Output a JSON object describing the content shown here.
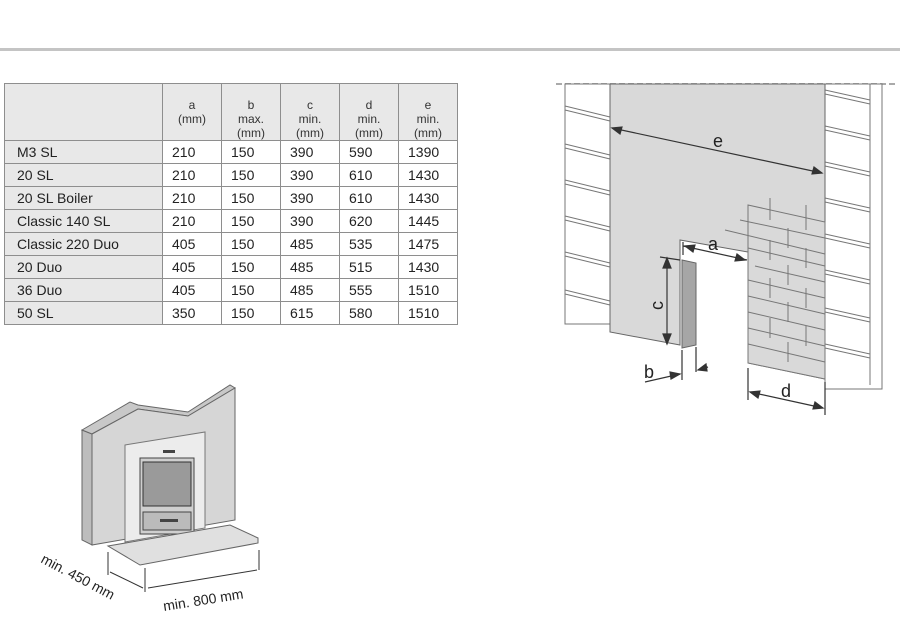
{
  "table": {
    "columns": [
      {
        "key": "a",
        "lines": [
          "a",
          "(mm)"
        ]
      },
      {
        "key": "b",
        "lines": [
          "b",
          "max.",
          "(mm)"
        ]
      },
      {
        "key": "c",
        "lines": [
          "c",
          "min.",
          "(mm)"
        ]
      },
      {
        "key": "d",
        "lines": [
          "d",
          "min.",
          "(mm)"
        ]
      },
      {
        "key": "e",
        "lines": [
          "e",
          "min.",
          "(mm)"
        ]
      }
    ],
    "rows": [
      {
        "name": "M3 SL",
        "values": [
          "210",
          "150",
          "390",
          "590",
          "1390"
        ]
      },
      {
        "name": "20 SL",
        "values": [
          "210",
          "150",
          "390",
          "610",
          "1430"
        ]
      },
      {
        "name": "20 SL Boiler",
        "values": [
          "210",
          "150",
          "390",
          "610",
          "1430"
        ]
      },
      {
        "name": "Classic 140 SL",
        "values": [
          "210",
          "150",
          "390",
          "620",
          "1445"
        ]
      },
      {
        "name": "Classic 220 Duo",
        "values": [
          "405",
          "150",
          "485",
          "535",
          "1475"
        ]
      },
      {
        "name": "20 Duo",
        "values": [
          "405",
          "150",
          "485",
          "515",
          "1430"
        ]
      },
      {
        "name": "36 Duo",
        "values": [
          "405",
          "150",
          "485",
          "555",
          "1510"
        ]
      },
      {
        "name": "50 SL",
        "values": [
          "350",
          "150",
          "615",
          "580",
          "1510"
        ]
      }
    ]
  },
  "wall_diagram": {
    "labels": {
      "a": "a",
      "b": "b",
      "c": "c",
      "d": "d",
      "e": "e"
    }
  },
  "stove_diagram": {
    "depth_label": "min. 450 mm",
    "width_label": "min. 800 mm"
  },
  "colors": {
    "panel": "#d9d9d9",
    "header_bg": "#e8e8e8",
    "line": "#555555"
  }
}
